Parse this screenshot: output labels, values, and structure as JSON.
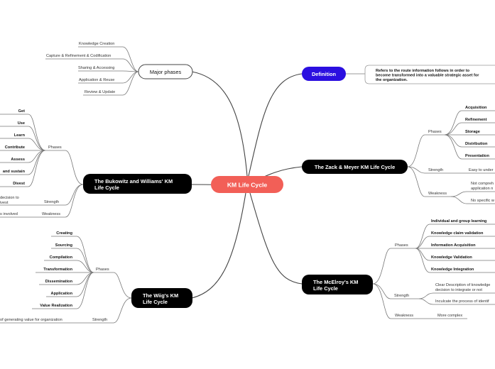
{
  "central": {
    "label": "KM Life Cycle",
    "color": "#f25f57"
  },
  "major_phases": {
    "label": "Major phases",
    "items": [
      "Knowledge Creation",
      "Capture & Refinement & Codification",
      "Sharing & Accessing",
      "Application & Reuse",
      "Review & Update"
    ]
  },
  "definition": {
    "label": "Definition",
    "color": "#2b0fe0",
    "text_lines": [
      "Refers to the route information follows in order to",
      "become transformed into a valuable strategic asset for",
      "the organization."
    ]
  },
  "zack_meyer": {
    "label": "The Zack & Meyer KM Life Cycle",
    "phases_label": "Phases",
    "phases": [
      "Acquisition",
      "Refinement",
      "Storage",
      "Distribution",
      "Presentation"
    ],
    "strength_label": "Strength",
    "strength": "Easy to under",
    "weakness_label": "Weakness",
    "weakness": [
      "Not compreh",
      "application n",
      "No specific w"
    ]
  },
  "bukowitz": {
    "label_lines": [
      "The Bukowitz and Williams' KM",
      "Life Cycle"
    ],
    "phases_label": "Phases",
    "phases": [
      "Get",
      "Use",
      "Learn",
      "Contribute",
      "Assess",
      "and sustain",
      "Divest"
    ],
    "strength_label": "Strength",
    "strength": [
      "decision to",
      "ivest"
    ],
    "weakness_label": "Weakness",
    "weakness": "s involved"
  },
  "mcelroy": {
    "label_lines": [
      "The McElroy's KM",
      "Life Cycle"
    ],
    "phases_label": "Phases",
    "phases": [
      "Individual and group learning",
      "Knowledge claim validation",
      "Information Acquisition",
      "Knowledge Validation",
      "Knowledge Integration"
    ],
    "strength_label": "Strength",
    "strength_1": [
      "Clear Description of knowledge",
      "decision to integrate or not"
    ],
    "strength_2": "Inculcate the process of identif",
    "weakness_label": "Weakness",
    "weakness": "More complex"
  },
  "wiig": {
    "label_lines": [
      "The Wiig's KM",
      "Life Cycle"
    ],
    "phases_label": "Phases",
    "phases": [
      "Creating",
      "Sourcing",
      "Compilation",
      "Transformation",
      "Dissemination",
      "Application",
      "Value Realization"
    ],
    "strength_label": "Strength",
    "strength": "of generating value for organization"
  }
}
